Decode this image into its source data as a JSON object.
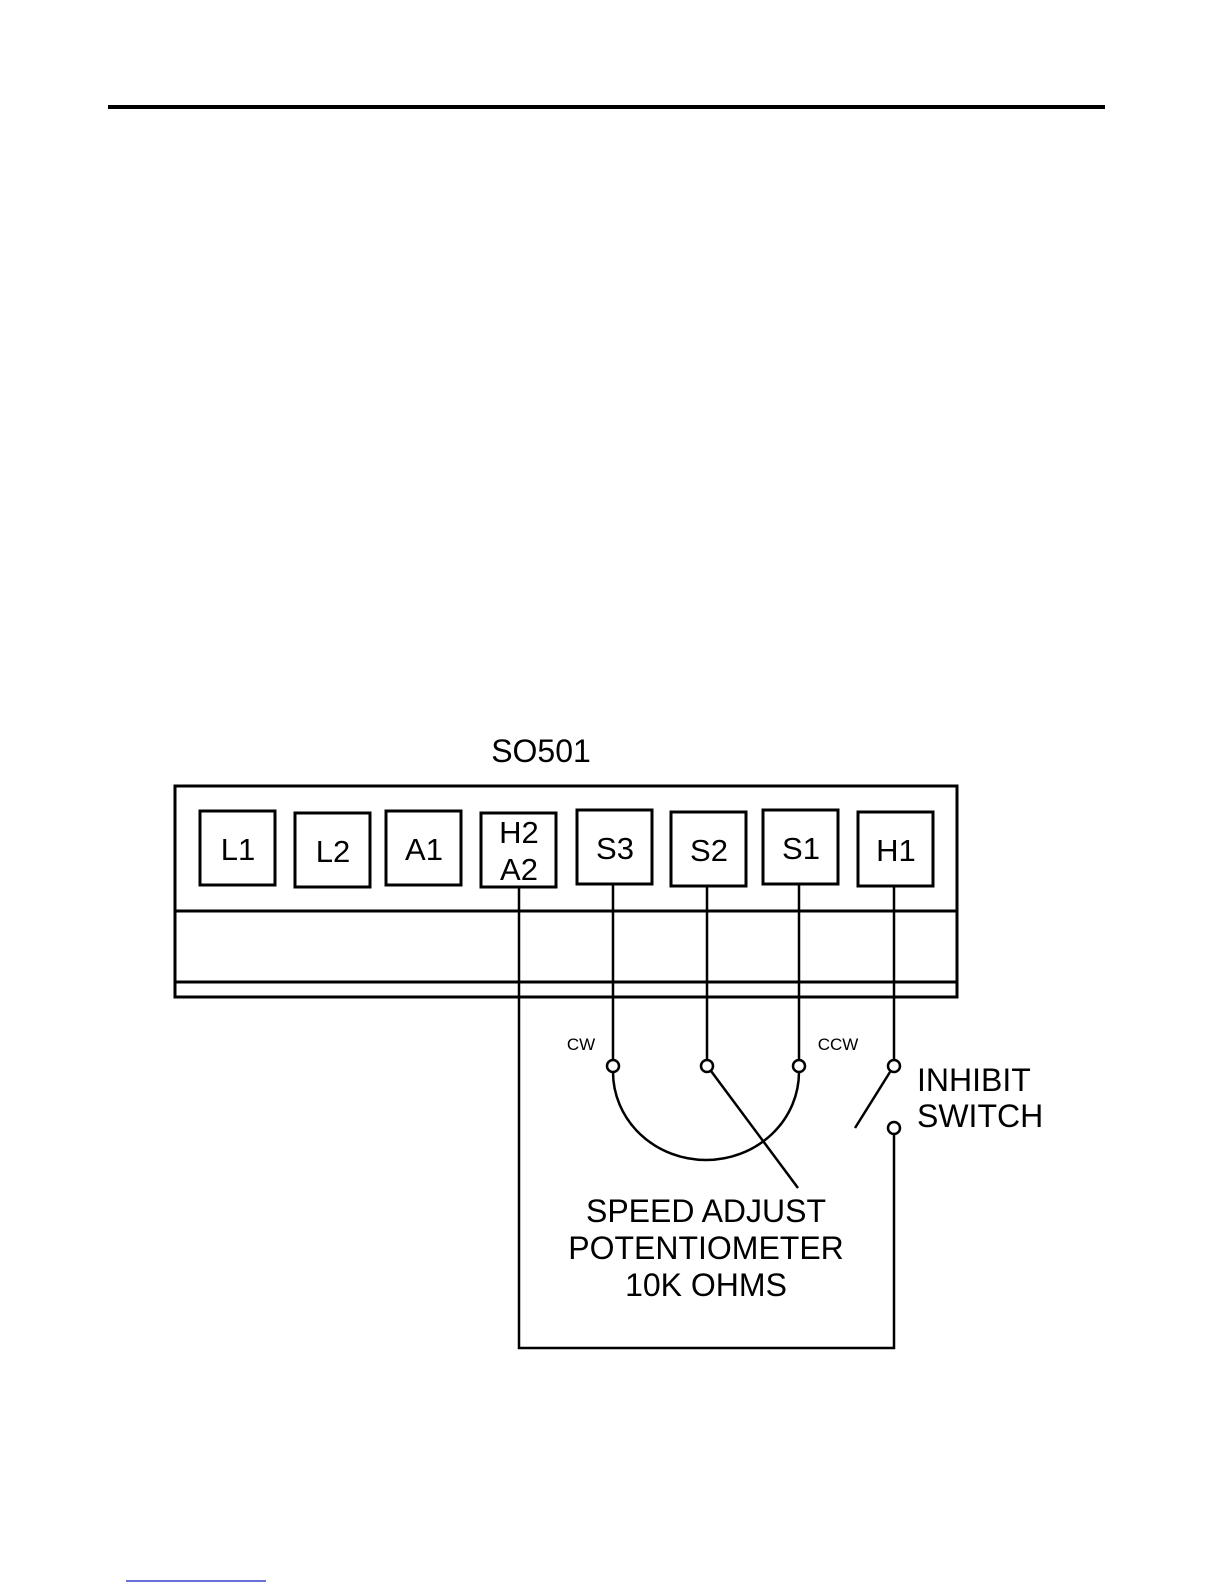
{
  "diagram": {
    "board_label": "SO501",
    "terminals": [
      {
        "id": "L1",
        "lines": [
          "L1"
        ]
      },
      {
        "id": "L2",
        "lines": [
          "L2"
        ]
      },
      {
        "id": "A1",
        "lines": [
          "A1"
        ]
      },
      {
        "id": "H2A2",
        "lines": [
          "H2",
          "A2"
        ]
      },
      {
        "id": "S3",
        "lines": [
          "S3"
        ]
      },
      {
        "id": "S2",
        "lines": [
          "S2"
        ]
      },
      {
        "id": "S1",
        "lines": [
          "S1"
        ]
      },
      {
        "id": "H1",
        "lines": [
          "H1"
        ]
      }
    ],
    "pot_cw_label": "CW",
    "pot_ccw_label": "CCW",
    "pot_label_lines": [
      "SPEED ADJUST",
      "POTENTIOMETER",
      "10K OHMS"
    ],
    "switch_label_lines": [
      "INHIBIT",
      "SWITCH"
    ]
  },
  "colors": {
    "ink": "#000000",
    "background": "#ffffff",
    "footer_line": "#3344cc"
  }
}
